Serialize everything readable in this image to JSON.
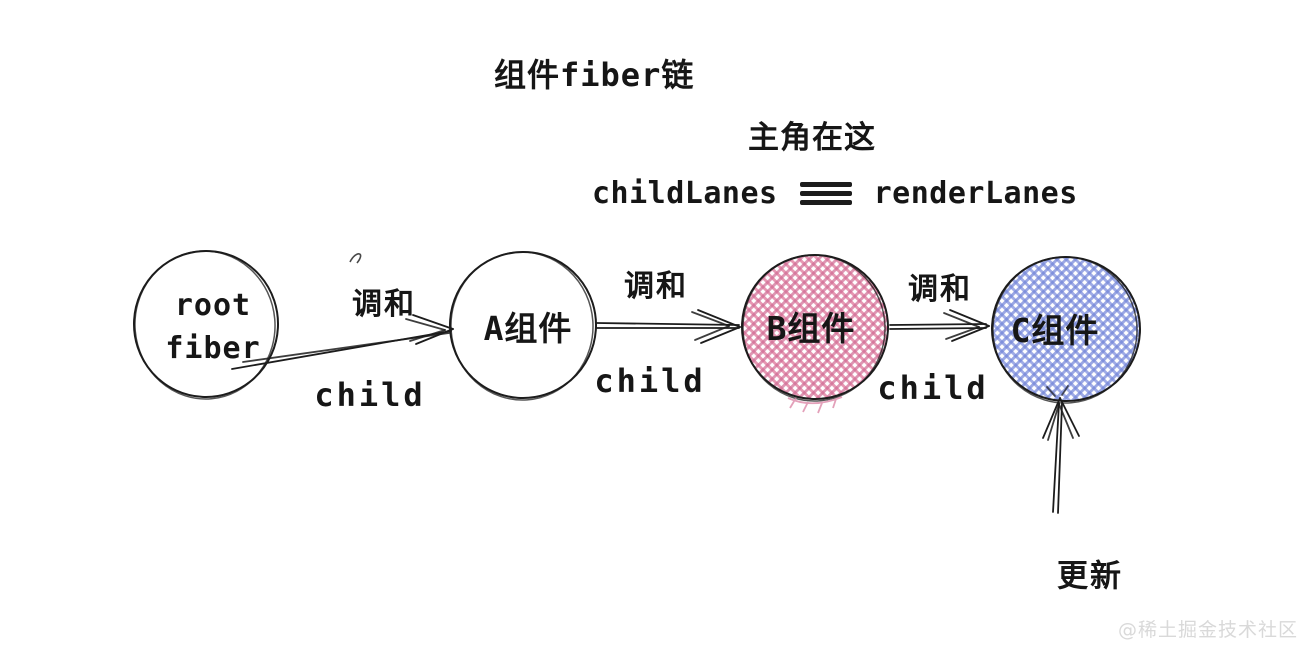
{
  "page": {
    "background": "#ffffff",
    "ink": "#1c1c1c"
  },
  "title": "组件fiber链",
  "subtitle": "主角在这",
  "equation": {
    "left": "childLanes",
    "operator": "≡",
    "right": "renderLanes"
  },
  "nodes": [
    {
      "id": "root-fiber",
      "lines": [
        "root",
        "fiber"
      ],
      "fill_style": "white"
    },
    {
      "id": "component-a",
      "label": "A组件",
      "fill_style": "white"
    },
    {
      "id": "component-b",
      "label": "B组件",
      "fill_style": "pink-crosshatch",
      "accent": "#db84a5"
    },
    {
      "id": "component-c",
      "label": "C组件",
      "fill_style": "blue-crosshatch",
      "accent": "#8a99de"
    }
  ],
  "edges": [
    {
      "from": "root-fiber",
      "to": "component-a",
      "top_label": "调和",
      "bottom_label": "child"
    },
    {
      "from": "component-a",
      "to": "component-b",
      "top_label": "调和",
      "bottom_label": "child"
    },
    {
      "from": "component-b",
      "to": "component-c",
      "top_label": "调和",
      "bottom_label": "child"
    }
  ],
  "update_arrow": {
    "label": "更新",
    "target": "component-c"
  },
  "watermark": "@稀土掘金技术社区"
}
